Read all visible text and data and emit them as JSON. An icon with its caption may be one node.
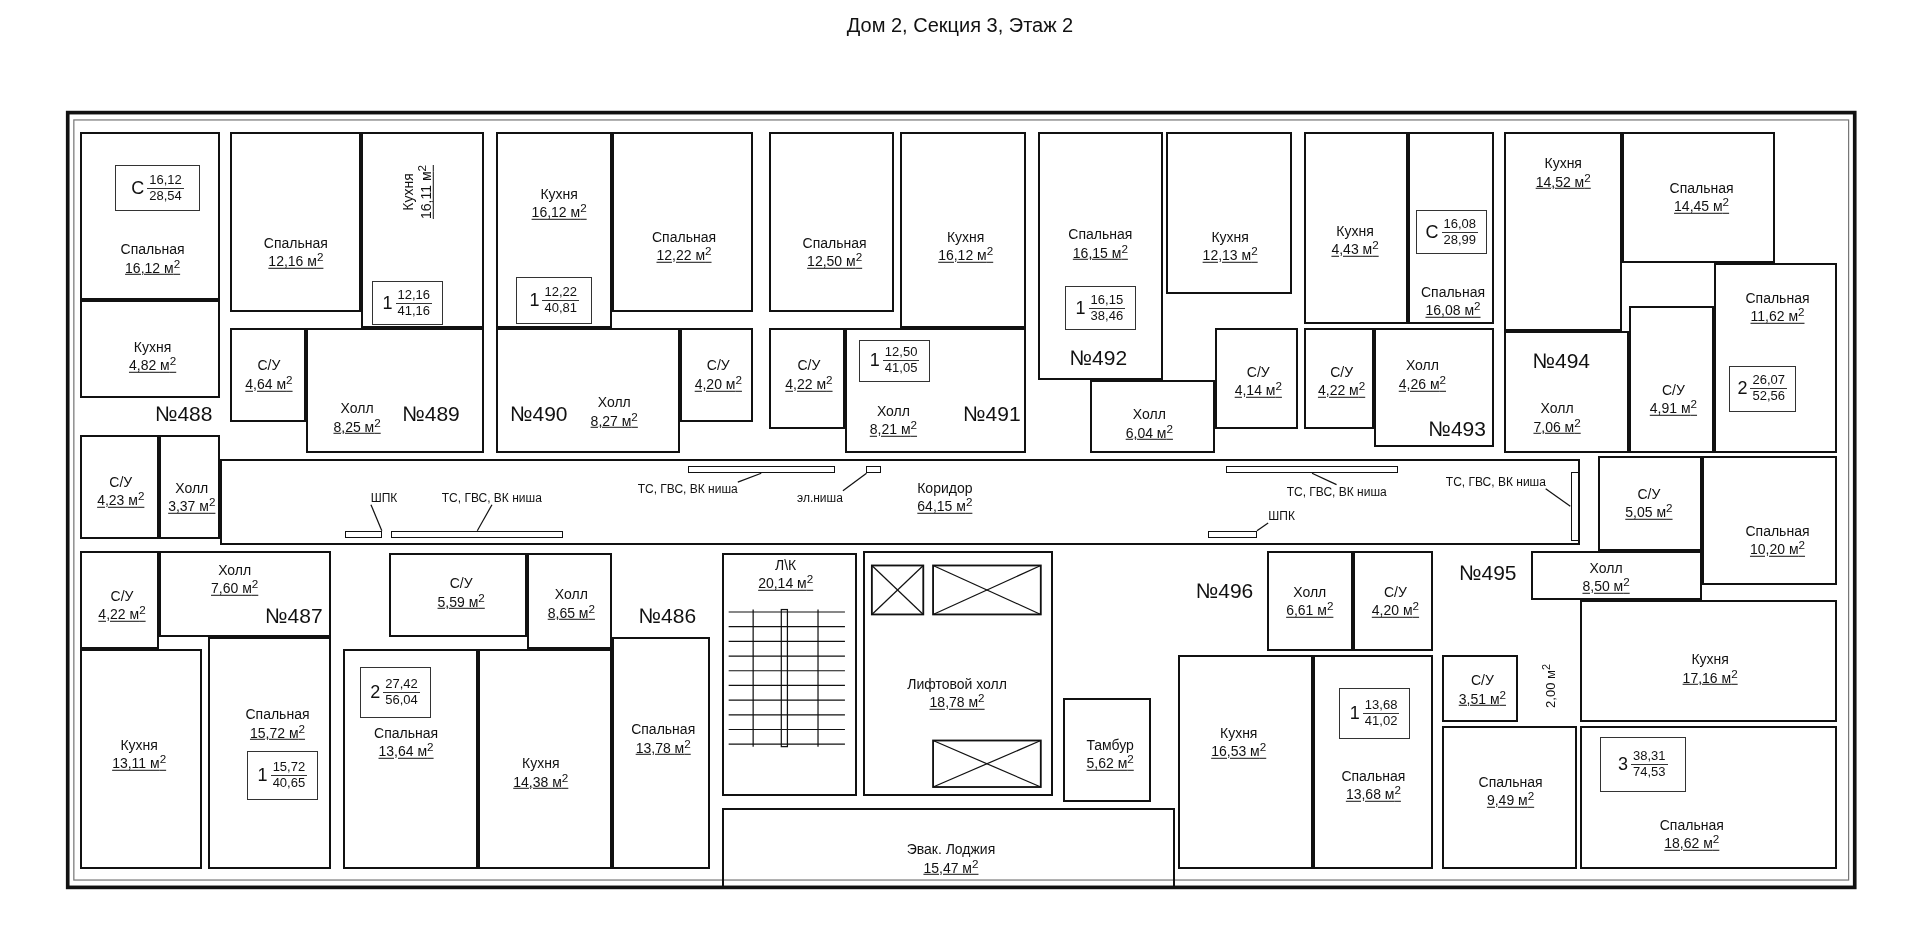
{
  "diagram": {
    "title": "Дом 2, Секция 3, Этаж 2",
    "nodes": [
      {
        "text": [
          "Спальная",
          "16,12 м$^{2}$"
        ]
      },
      {
        "text": [
          "С",
          "16,12",
          "28,54"
        ],
        "in": 0
      },
      {
        "text": [
          "Кухня",
          "4,82 м$^{2}$"
        ]
      },
      {
        "text": [
          "С/У",
          "4,23 м$^{2}$"
        ]
      },
      {
        "text": [
          "Холл",
          "3,37 м$^{2}$"
        ]
      },
      {
        "text": [
          "Спальная",
          "12,16 м$^{2}$"
        ]
      },
      {
        "text": [
          "Кухня",
          "16,11 м$^{2}$"
        ]
      },
      {
        "text": [
          "1",
          "12,16",
          "41,16"
        ],
        "in": 6
      },
      {
        "text": [
          "С/У",
          "4,64 м$^{2}$"
        ]
      },
      {
        "text": [
          "Холл",
          "8,25 м$^{2}$"
        ]
      },
      {
        "text": [
          "Кухня",
          "16,12 м$^{2}$"
        ]
      },
      {
        "text": [
          "1",
          "12,22",
          "40,81"
        ],
        "in": 10
      },
      {
        "text": [
          "Спальная",
          "12,22 м$^{2}$"
        ]
      },
      {
        "text": [
          "С/У",
          "4,20 м$^{2}$"
        ]
      },
      {
        "text": [
          "Холл",
          "8,27 м$^{2}$"
        ]
      },
      {
        "text": [
          "Спальная",
          "12,50 м$^{2}$"
        ]
      },
      {
        "text": [
          "Кухня",
          "16,12 м$^{2}$"
        ]
      },
      {
        "text": [
          "С/У",
          "4,22 м$^{2}$"
        ]
      },
      {
        "text": [
          "Холл",
          "8,21 м$^{2}$"
        ]
      },
      {
        "text": [
          "1",
          "12,50",
          "41,05"
        ],
        "in": 18
      },
      {
        "text": [
          "Спальная",
          "16,15 м$^{2}$"
        ]
      },
      {
        "text": [
          "1",
          "16,15",
          "38,46"
        ],
        "in": 20
      },
      {
        "text": [
          "Кухня",
          "12,13 м$^{2}$"
        ]
      },
      {
        "text": [
          "С/У",
          "4,14 м$^{2}$"
        ]
      },
      {
        "text": [
          "Холл",
          "6,04 м$^{2}$"
        ]
      },
      {
        "text": [
          "Кухня",
          "4,43 м$^{2}$"
        ]
      },
      {
        "text": [
          "Спальная",
          "16,08 м$^{2}$"
        ]
      },
      {
        "text": [
          "С",
          "16,08",
          "28,99"
        ],
        "in": 26
      },
      {
        "text": [
          "С/У",
          "4,22 м$^{2}$"
        ]
      },
      {
        "text": [
          "Холл",
          "4,26 м$^{2}$"
        ]
      },
      {
        "text": [
          "Кухня",
          "14,52 м$^{2}$"
        ]
      },
      {
        "text": [
          "Спальная",
          "14,45 м$^{2}$"
        ]
      },
      {
        "text": [
          "Спальная",
          "11,62 м$^{2}$"
        ]
      },
      {
        "text": [
          "2",
          "26,07",
          "52,56"
        ],
        "in": 32
      },
      {
        "text": [
          "С/У",
          "4,91 м$^{2}$"
        ]
      },
      {
        "text": [
          "Холл",
          "7,06 м$^{2}$"
        ]
      },
      {
        "text": [
          "Коридор",
          "64,15 м$^{2}$"
        ]
      },
      {
        "text": [
          "С/У",
          "4,22 м$^{2}$"
        ]
      },
      {
        "text": [
          "Холл",
          "7,60 м$^{2}$"
        ]
      },
      {
        "text": [
          "Кухня",
          "13,11 м$^{2}$"
        ]
      },
      {
        "text": [
          "Спальная",
          "15,72 м$^{2}$"
        ]
      },
      {
        "text": [
          "1",
          "15,72",
          "40,65"
        ],
        "in": 40
      },
      {
        "text": [
          "С/У",
          "5,59 м$^{2}$"
        ]
      },
      {
        "text": [
          "Холл",
          "8,65 м$^{2}$"
        ]
      },
      {
        "text": [
          "Спальная",
          "13,64 м$^{2}$"
        ]
      },
      {
        "text": [
          "2",
          "27,42",
          "56,04"
        ],
        "in": 44
      },
      {
        "text": [
          "Кухня",
          "14,38 м$^{2}$"
        ]
      },
      {
        "text": [
          "Спальная",
          "13,78 м$^{2}$"
        ]
      },
      {
        "text": [
          "Л\\К",
          "20,14 м$^{2}$"
        ]
      },
      {
        "text": [
          "Лифтовой холл",
          "18,78 м$^{2}$"
        ]
      },
      {
        "text": [
          "Тамбур",
          "5,62 м$^{2}$"
        ]
      },
      {
        "text": [
          "Эвак. Лоджия",
          "15,47 м$^{2}$"
        ]
      },
      {
        "text": [
          "Холл",
          "6,61 м$^{2}$"
        ]
      },
      {
        "text": [
          "С/У",
          "4,20 м$^{2}$"
        ]
      },
      {
        "text": [
          "Кухня",
          "16,53 м$^{2}$"
        ]
      },
      {
        "text": [
          "Спальная",
          "13,68 м$^{2}$"
        ]
      },
      {
        "text": [
          "1",
          "13,68",
          "41,02"
        ],
        "in": 55
      },
      {
        "text": [
          "С/У",
          "5,05 м$^{2}$"
        ]
      },
      {
        "text": [
          "Спальная",
          "10,20 м$^{2}$"
        ]
      },
      {
        "text": [
          "Холл",
          "8,50 м$^{2}$"
        ]
      },
      {
        "text": [
          "С/У",
          "3,51 м$^{2}$"
        ]
      },
      {
        "text": [
          "Кухня",
          "17,16 м$^{2}$"
        ]
      },
      {
        "text": [
          "Спальная",
          "9,49 м$^{2}$"
        ]
      },
      {
        "text": [
          "Спальная",
          "18,62 м$^{2}$"
        ]
      },
      {
        "text": [
          "3",
          "38,31",
          "74,53"
        ],
        "in": 63
      },
      {
        "text": [
          "ТС, ГВС, ВК ниша"
        ],
        "in": 36
      },
      {
        "text": [
          "ШПК"
        ],
        "in": 36
      },
      {
        "text": [
          "ТС, ГВС, ВК ниша"
        ],
        "in": 36
      },
      {
        "text": [
          "эл.ниша"
        ],
        "in": 36
      },
      {
        "text": [
          "ТС, ГВС, ВК ниша"
        ],
        "in": 36
      },
      {
        "text": [
          "ШПК"
        ],
        "in": 36
      },
      {
        "text": [
          "ТС, ГВС, ВК ниша"
        ],
        "in": 36
      },
      {
        "text": [],
        "shape": "box",
        "in": 36
      },
      {
        "text": [],
        "shape": "box",
        "in": 36
      },
      {
        "text": [],
        "shape": "box",
        "in": 36
      },
      {
        "text": [],
        "shape": "box",
        "in": 36
      },
      {
        "text": [],
        "shape": "box",
        "in": 36
      },
      {
        "text": [],
        "shape": "box",
        "in": 36
      },
      {
        "text": [],
        "shape": "box",
        "in": 36
      }
    ],
    "edges": [
      {
        "from": 65,
        "to": 72,
        "arrow": "none"
      },
      {
        "from": 66,
        "to": 73,
        "arrow": "none"
      },
      {
        "from": 67,
        "to": 74,
        "arrow": "none"
      },
      {
        "from": 68,
        "to": 75,
        "arrow": "none"
      },
      {
        "from": 69,
        "to": 76,
        "arrow": "none"
      },
      {
        "from": 70,
        "to": 77,
        "arrow": "none"
      },
      {
        "from": 71,
        "to": 78,
        "arrow": "none"
      }
    ],
    "labels": [
      "№492",
      "№494",
      "№488",
      "№489",
      "№490",
      "№491",
      "№493",
      "№495",
      "№487",
      "№496",
      "№486",
      "2,00 м$^{2}$"
    ]
  }
}
